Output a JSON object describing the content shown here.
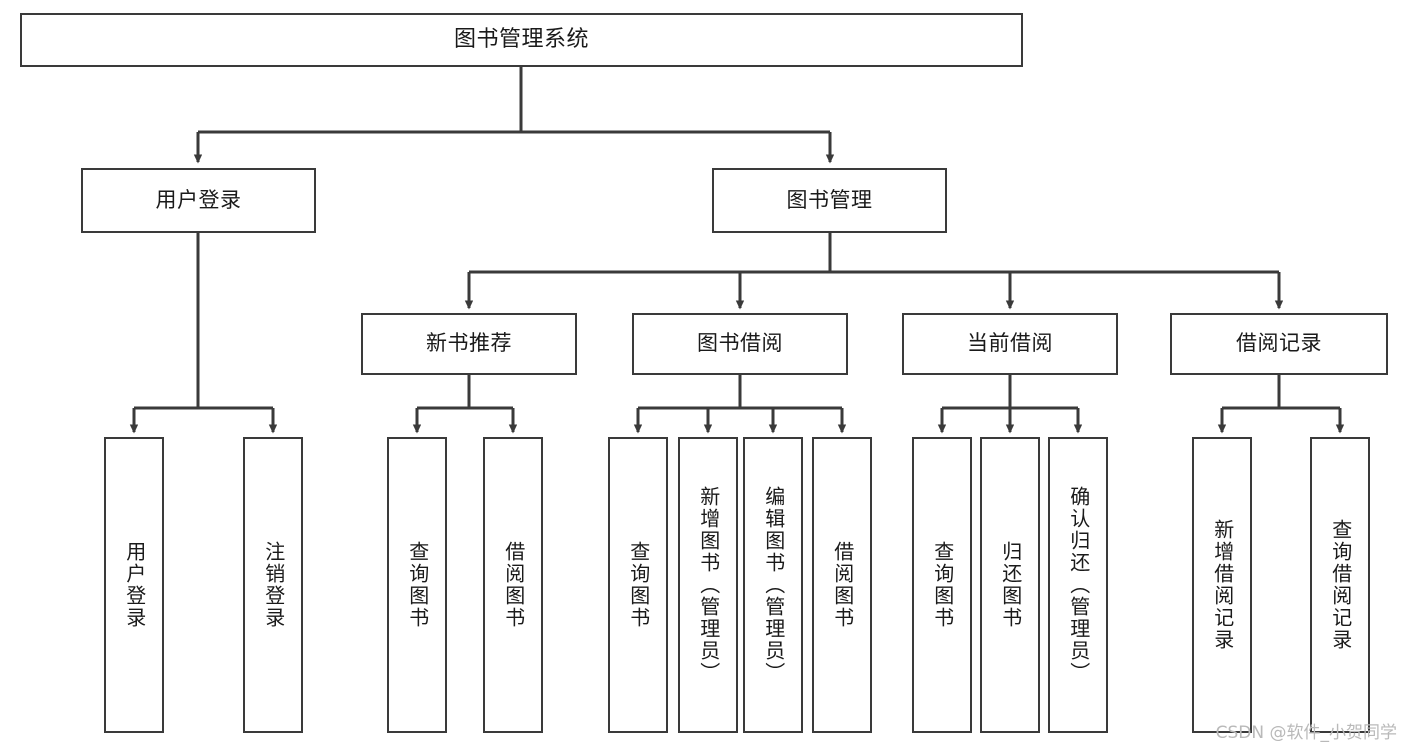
{
  "diagram": {
    "title": "图书管理系统",
    "watermark": "CSDN @软件_小贺同学",
    "stroke_color": "#3a3a3a",
    "background_color": "#ffffff",
    "text_color": "#1a1a1a",
    "levels": {
      "root": {
        "label": "图书管理系统"
      },
      "level2": [
        {
          "label": "用户登录"
        },
        {
          "label": "图书管理"
        }
      ],
      "level3": [
        {
          "label": "新书推荐"
        },
        {
          "label": "图书借阅"
        },
        {
          "label": "当前借阅"
        },
        {
          "label": "借阅记录"
        }
      ],
      "leaves": {
        "user_login": [
          {
            "label": "用户登录"
          },
          {
            "label": "注销登录"
          }
        ],
        "new_book_recommend": [
          {
            "label": "查询图书"
          },
          {
            "label": "借阅图书"
          }
        ],
        "book_borrow": [
          {
            "label": "查询图书"
          },
          {
            "label": "新增图书（管理员）"
          },
          {
            "label": "编辑图书（管理员）"
          },
          {
            "label": "借阅图书"
          }
        ],
        "current_borrow": [
          {
            "label": "查询图书"
          },
          {
            "label": "归还图书"
          },
          {
            "label": "确认归还（管理员）"
          }
        ],
        "borrow_record": [
          {
            "label": "新增借阅记录"
          },
          {
            "label": "查询借阅记录"
          }
        ]
      }
    }
  }
}
